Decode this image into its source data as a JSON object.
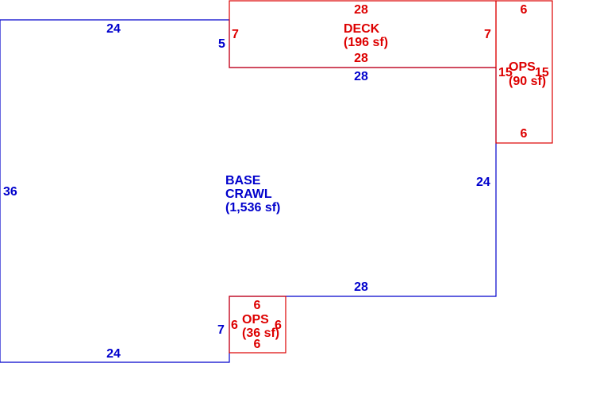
{
  "colors": {
    "base": "#0000cc",
    "addition": "#dd0000",
    "background": "#ffffff"
  },
  "base": {
    "name_line1": "BASE",
    "name_line2": "CRAWL",
    "area": "(1,536 sf)",
    "dims": {
      "top": "24",
      "left": "36",
      "bottom": "24",
      "notch_top_step": "5",
      "deck_edge": "28",
      "right": "24",
      "inner_bottom": "28",
      "notch_bottom_step": "7"
    }
  },
  "deck": {
    "name": "DECK",
    "area": "(196 sf)",
    "dims": {
      "top": "28",
      "bottom": "28",
      "left": "7",
      "right": "7"
    }
  },
  "ops_right": {
    "name": "OPS",
    "area": "(90 sf)",
    "dims": {
      "top": "6",
      "bottom": "6",
      "left": "15",
      "right": "15"
    }
  },
  "ops_bottom": {
    "name": "OPS",
    "area": "(36 sf)",
    "dims": {
      "top": "6",
      "bottom": "6",
      "left": "6",
      "right": "6"
    }
  }
}
